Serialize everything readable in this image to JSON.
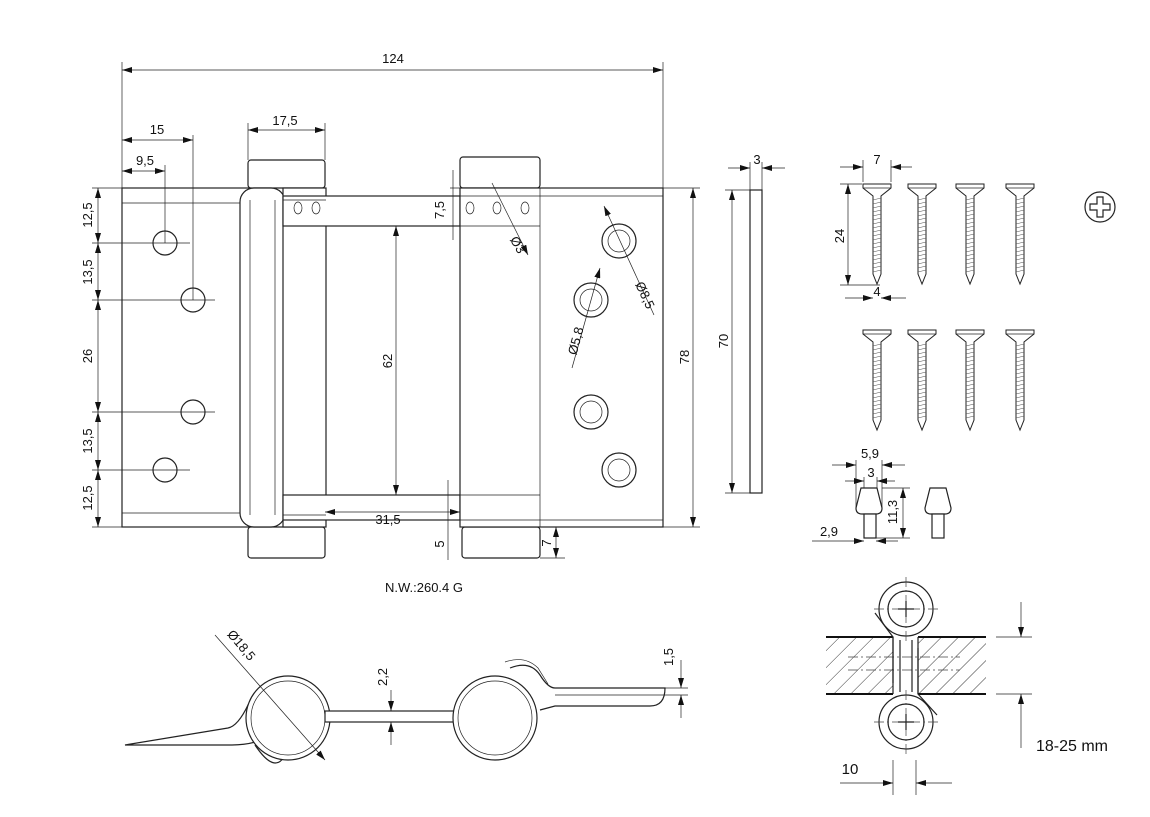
{
  "title": "Double action spring hinge technical drawing",
  "front_view": {
    "overall_width": "124",
    "hole_offset_15": "15",
    "knuckle_width": "17,5",
    "hole_offset_9_5": "9,5",
    "top_margin": "12,5",
    "spacing_upper": "13,5",
    "spacing_middle": "26",
    "spacing_lower": "13,5",
    "bottom_margin": "12,5",
    "small_hole_offset": "7,5",
    "small_hole_dia": "Ø3",
    "large_hole_dia": "Ø8,5",
    "countersink_dia": "Ø5,8",
    "spring_height": "62",
    "leaf_height": "78",
    "side_height": "70",
    "thickness": "3",
    "gap_width": "31,5",
    "bottom_offset_5": "5",
    "bottom_offset_7": "7",
    "net_weight": "N.W.:260.4 G"
  },
  "screws": {
    "head_width": "7",
    "length": "24",
    "shaft_dia": "4",
    "drive": "phillips-icon"
  },
  "plugs": {
    "top_width": "5,9",
    "inner_width": "3",
    "height": "11,3",
    "pin_dia": "2,9"
  },
  "bottom_view": {
    "barrel_dia": "Ø18,5",
    "plate_thickness": "2,2",
    "leaf_thickness": "1,5"
  },
  "section": {
    "door_thickness": "18-25 mm",
    "gap": "10"
  }
}
